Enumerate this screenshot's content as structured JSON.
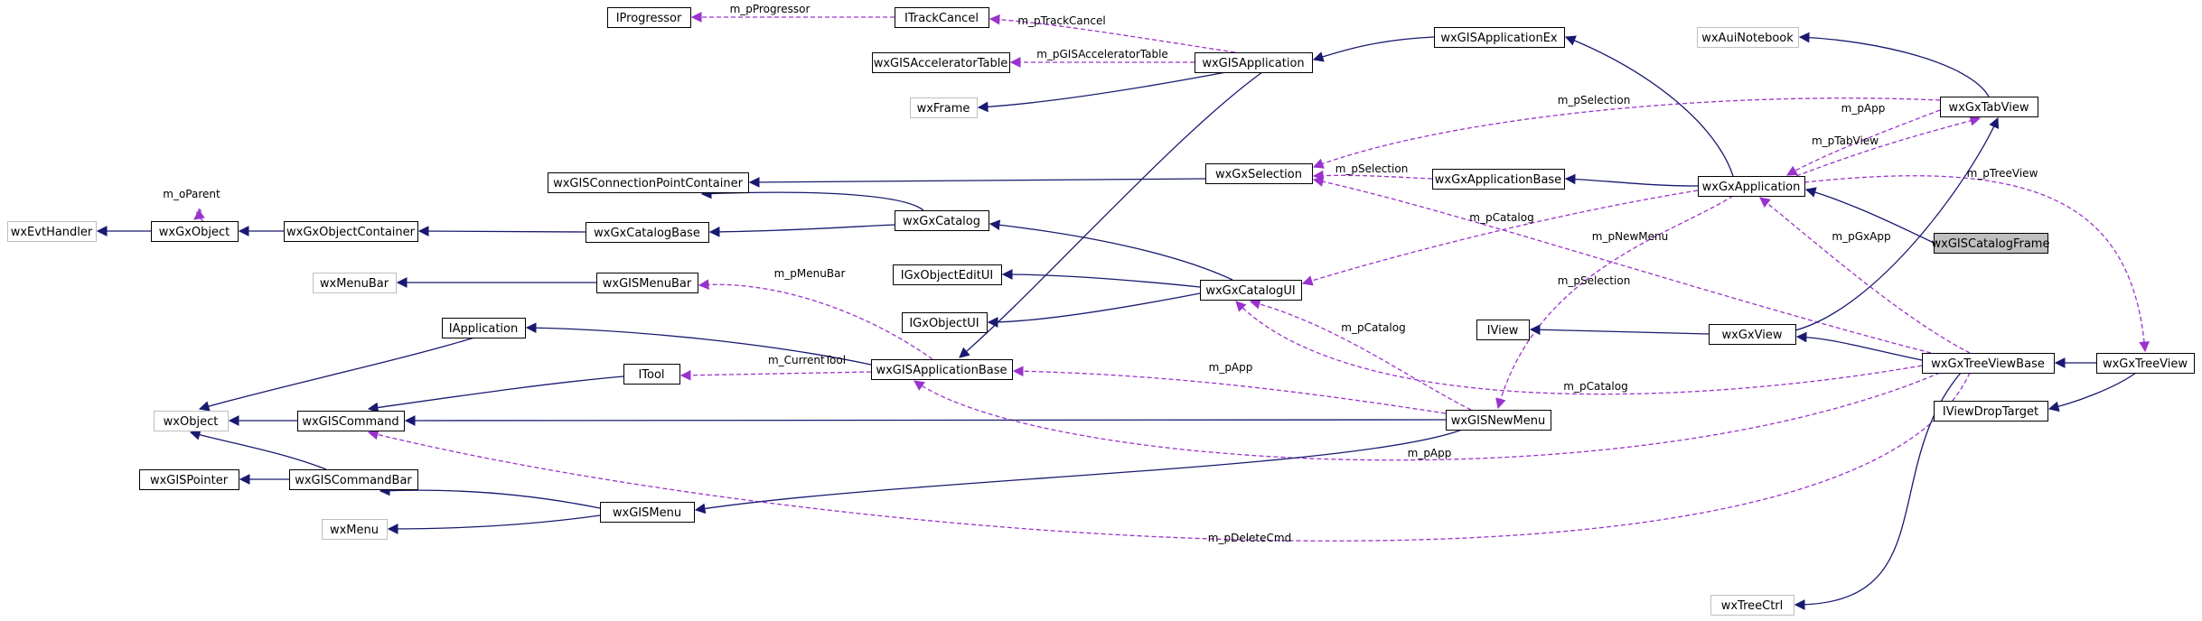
{
  "colors": {
    "inherit": "#191970",
    "usage": "#9a32cd",
    "box_border": "#000000",
    "box_border_external": "#bfbfbf",
    "highlight_fill": "#bfbfbf"
  },
  "nodes": [
    {
      "id": "IProgressor",
      "label": "IProgressor",
      "style": "normal"
    },
    {
      "id": "ITrackCancel",
      "label": "ITrackCancel",
      "style": "normal"
    },
    {
      "id": "wxGISAcceleratorTable",
      "label": "wxGISAcceleratorTable",
      "style": "normal"
    },
    {
      "id": "wxGISApplication",
      "label": "wxGISApplication",
      "style": "normal"
    },
    {
      "id": "wxGISApplicationEx",
      "label": "wxGISApplicationEx",
      "style": "normal"
    },
    {
      "id": "wxAuiNotebook",
      "label": "wxAuiNotebook",
      "style": "external"
    },
    {
      "id": "wxGxTabView",
      "label": "wxGxTabView",
      "style": "normal"
    },
    {
      "id": "wxFrame",
      "label": "wxFrame",
      "style": "external"
    },
    {
      "id": "wxGISConnectionPointContainer",
      "label": "wxGISConnectionPointContainer",
      "style": "normal"
    },
    {
      "id": "wxGxSelection",
      "label": "wxGxSelection",
      "style": "normal"
    },
    {
      "id": "wxGxApplicationBase",
      "label": "wxGxApplicationBase",
      "style": "normal"
    },
    {
      "id": "wxGxApplication",
      "label": "wxGxApplication",
      "style": "normal"
    },
    {
      "id": "wxGISCatalogFrame",
      "label": "wxGISCatalogFrame",
      "style": "highlight"
    },
    {
      "id": "wxEvtHandler",
      "label": "wxEvtHandler",
      "style": "external"
    },
    {
      "id": "wxGxObject",
      "label": "wxGxObject",
      "style": "normal"
    },
    {
      "id": "wxGxObjectContainer",
      "label": "wxGxObjectContainer",
      "style": "normal"
    },
    {
      "id": "wxGxCatalogBase",
      "label": "wxGxCatalogBase",
      "style": "normal"
    },
    {
      "id": "wxGxCatalog",
      "label": "wxGxCatalog",
      "style": "normal"
    },
    {
      "id": "wxMenuBar",
      "label": "wxMenuBar",
      "style": "external"
    },
    {
      "id": "wxGISMenuBar",
      "label": "wxGISMenuBar",
      "style": "normal"
    },
    {
      "id": "IGxObjectEditUI",
      "label": "IGxObjectEditUI",
      "style": "normal"
    },
    {
      "id": "wxGxCatalogUI",
      "label": "wxGxCatalogUI",
      "style": "normal"
    },
    {
      "id": "IGxObjectUI",
      "label": "IGxObjectUI",
      "style": "normal"
    },
    {
      "id": "IApplication",
      "label": "IApplication",
      "style": "normal"
    },
    {
      "id": "IView",
      "label": "IView",
      "style": "normal"
    },
    {
      "id": "wxGxView",
      "label": "wxGxView",
      "style": "normal"
    },
    {
      "id": "wxGxTreeViewBase",
      "label": "wxGxTreeViewBase",
      "style": "normal"
    },
    {
      "id": "wxGxTreeView",
      "label": "wxGxTreeView",
      "style": "normal"
    },
    {
      "id": "ITool",
      "label": "ITool",
      "style": "normal"
    },
    {
      "id": "wxGISApplicationBase",
      "label": "wxGISApplicationBase",
      "style": "normal"
    },
    {
      "id": "wxObject",
      "label": "wxObject",
      "style": "external"
    },
    {
      "id": "wxGISCommand",
      "label": "wxGISCommand",
      "style": "normal"
    },
    {
      "id": "wxGISNewMenu",
      "label": "wxGISNewMenu",
      "style": "normal"
    },
    {
      "id": "IViewDropTarget",
      "label": "IViewDropTarget",
      "style": "normal"
    },
    {
      "id": "wxGISPointer",
      "label": "wxGISPointer",
      "style": "normal"
    },
    {
      "id": "wxGISCommandBar",
      "label": "wxGISCommandBar",
      "style": "normal"
    },
    {
      "id": "wxMenu",
      "label": "wxMenu",
      "style": "external"
    },
    {
      "id": "wxGISMenu",
      "label": "wxGISMenu",
      "style": "normal"
    },
    {
      "id": "wxTreeCtrl",
      "label": "wxTreeCtrl",
      "style": "external"
    }
  ],
  "edges": [
    {
      "from": "ITrackCancel",
      "to": "IProgressor",
      "kind": "usage",
      "label": "m_pProgressor"
    },
    {
      "from": "wxGISApplication",
      "to": "ITrackCancel",
      "kind": "usage",
      "label": "m_pTrackCancel"
    },
    {
      "from": "wxGISApplication",
      "to": "wxGISAcceleratorTable",
      "kind": "usage",
      "label": "m_pGISAcceleratorTable"
    },
    {
      "from": "wxGISApplicationEx",
      "to": "wxGISApplication",
      "kind": "inherit",
      "label": ""
    },
    {
      "from": "wxGISApplication",
      "to": "wxFrame",
      "kind": "inherit",
      "label": ""
    },
    {
      "from": "wxGxTabView",
      "to": "wxAuiNotebook",
      "kind": "inherit",
      "label": ""
    },
    {
      "from": "wxGxTabView",
      "to": "wxGxSelection",
      "kind": "usage",
      "label": "m_pSelection"
    },
    {
      "from": "wxGxTabView",
      "to": "wxGxApplication",
      "kind": "usage",
      "label": "m_pApp"
    },
    {
      "from": "wxGxApplication",
      "to": "wxGxTabView",
      "kind": "usage",
      "label": "m_pTabView"
    },
    {
      "from": "wxGxSelection",
      "to": "wxGISConnectionPointContainer",
      "kind": "inherit",
      "label": ""
    },
    {
      "from": "wxGxApplicationBase",
      "to": "wxGxSelection",
      "kind": "usage",
      "label": "m_pSelection"
    },
    {
      "from": "wxGxApplication",
      "to": "wxGxApplicationBase",
      "kind": "inherit",
      "label": ""
    },
    {
      "from": "wxGxApplication",
      "to": "wxGISApplicationEx",
      "kind": "inherit",
      "label": ""
    },
    {
      "from": "wxGISCatalogFrame",
      "to": "wxGxApplication",
      "kind": "inherit",
      "label": ""
    },
    {
      "from": "wxGxApplication",
      "to": "wxGxTreeView",
      "kind": "usage",
      "label": "m_pTreeView"
    },
    {
      "from": "wxGxObject",
      "to": "wxEvtHandler",
      "kind": "inherit",
      "label": ""
    },
    {
      "from": "wxGxObject",
      "to": "wxGxObject",
      "kind": "usage",
      "label": "m_oParent"
    },
    {
      "from": "wxGxObjectContainer",
      "to": "wxGxObject",
      "kind": "inherit",
      "label": ""
    },
    {
      "from": "wxGxCatalogBase",
      "to": "wxGxObjectContainer",
      "kind": "inherit",
      "label": ""
    },
    {
      "from": "wxGxCatalog",
      "to": "wxGxCatalogBase",
      "kind": "inherit",
      "label": ""
    },
    {
      "from": "wxGxCatalog",
      "to": "wxGISConnectionPointContainer",
      "kind": "inherit",
      "label": ""
    },
    {
      "from": "wxGxApplication",
      "to": "wxGxCatalogUI",
      "kind": "usage",
      "label": "m_pCatalog"
    },
    {
      "from": "wxGISMenuBar",
      "to": "wxMenuBar",
      "kind": "inherit",
      "label": ""
    },
    {
      "from": "wxGISApplicationBase",
      "to": "wxGISMenuBar",
      "kind": "usage",
      "label": "m_pMenuBar"
    },
    {
      "from": "wxGxCatalogUI",
      "to": "wxGxCatalog",
      "kind": "inherit",
      "label": ""
    },
    {
      "from": "wxGxCatalogUI",
      "to": "IGxObjectEditUI",
      "kind": "inherit",
      "label": ""
    },
    {
      "from": "wxGxCatalogUI",
      "to": "IGxObjectUI",
      "kind": "inherit",
      "label": ""
    },
    {
      "from": "wxGxApplication",
      "to": "wxGISNewMenu",
      "kind": "usage",
      "label": "m_pNewMenu"
    },
    {
      "from": "wxGxTreeViewBase",
      "to": "wxGxSelection",
      "kind": "usage",
      "label": "m_pSelection"
    },
    {
      "from": "wxGxTreeViewBase",
      "to": "wxGxApplication",
      "kind": "usage",
      "label": "m_pGxApp"
    },
    {
      "from": "wxGxView",
      "to": "IView",
      "kind": "inherit",
      "label": ""
    },
    {
      "from": "wxGxView",
      "to": "wxGxTabView",
      "kind": "inherit",
      "label": ""
    },
    {
      "from": "wxGxTreeViewBase",
      "to": "wxGxView",
      "kind": "inherit",
      "label": ""
    },
    {
      "from": "wxGxTreeView",
      "to": "wxGxTreeViewBase",
      "kind": "inherit",
      "label": ""
    },
    {
      "from": "wxGxTreeView",
      "to": "IViewDropTarget",
      "kind": "inherit",
      "label": ""
    },
    {
      "from": "wxGISApplicationBase",
      "to": "IApplication",
      "kind": "inherit",
      "label": ""
    },
    {
      "from": "wxGISApplication",
      "to": "wxGISApplicationBase",
      "kind": "inherit",
      "label": ""
    },
    {
      "from": "wxGISApplicationBase",
      "to": "ITool",
      "kind": "usage",
      "label": "m_CurrentTool"
    },
    {
      "from": "wxGISNewMenu",
      "to": "wxGxCatalogUI",
      "kind": "usage",
      "label": "m_pCatalog"
    },
    {
      "from": "wxGISNewMenu",
      "to": "wxGISApplicationBase",
      "kind": "usage",
      "label": "m_pApp"
    },
    {
      "from": "wxGxTreeViewBase",
      "to": "wxGxCatalogUI",
      "kind": "usage",
      "label": "m_pCatalog"
    },
    {
      "from": "wxGxTreeViewBase",
      "to": "wxGISApplicationBase",
      "kind": "usage",
      "label": "m_pApp"
    },
    {
      "from": "wxGxTreeViewBase",
      "to": "wxGISCommand",
      "kind": "usage",
      "label": "m_pDeleteCmd"
    },
    {
      "from": "IApplication",
      "to": "wxObject",
      "kind": "inherit",
      "label": ""
    },
    {
      "from": "ITool",
      "to": "wxGISCommand",
      "kind": "inherit",
      "label": ""
    },
    {
      "from": "wxGISCommand",
      "to": "wxObject",
      "kind": "inherit",
      "label": ""
    },
    {
      "from": "wxGISNewMenu",
      "to": "wxGISCommand",
      "kind": "inherit",
      "label": ""
    },
    {
      "from": "wxGISNewMenu",
      "to": "wxGISMenu",
      "kind": "inherit",
      "label": ""
    },
    {
      "from": "wxGISCommandBar",
      "to": "wxObject",
      "kind": "inherit",
      "label": ""
    },
    {
      "from": "wxGISCommandBar",
      "to": "wxGISPointer",
      "kind": "inherit",
      "label": ""
    },
    {
      "from": "wxGISMenu",
      "to": "wxGISCommandBar",
      "kind": "inherit",
      "label": ""
    },
    {
      "from": "wxGISMenu",
      "to": "wxMenu",
      "kind": "inherit",
      "label": ""
    },
    {
      "from": "wxGxTreeViewBase",
      "to": "wxTreeCtrl",
      "kind": "inherit",
      "label": ""
    }
  ]
}
